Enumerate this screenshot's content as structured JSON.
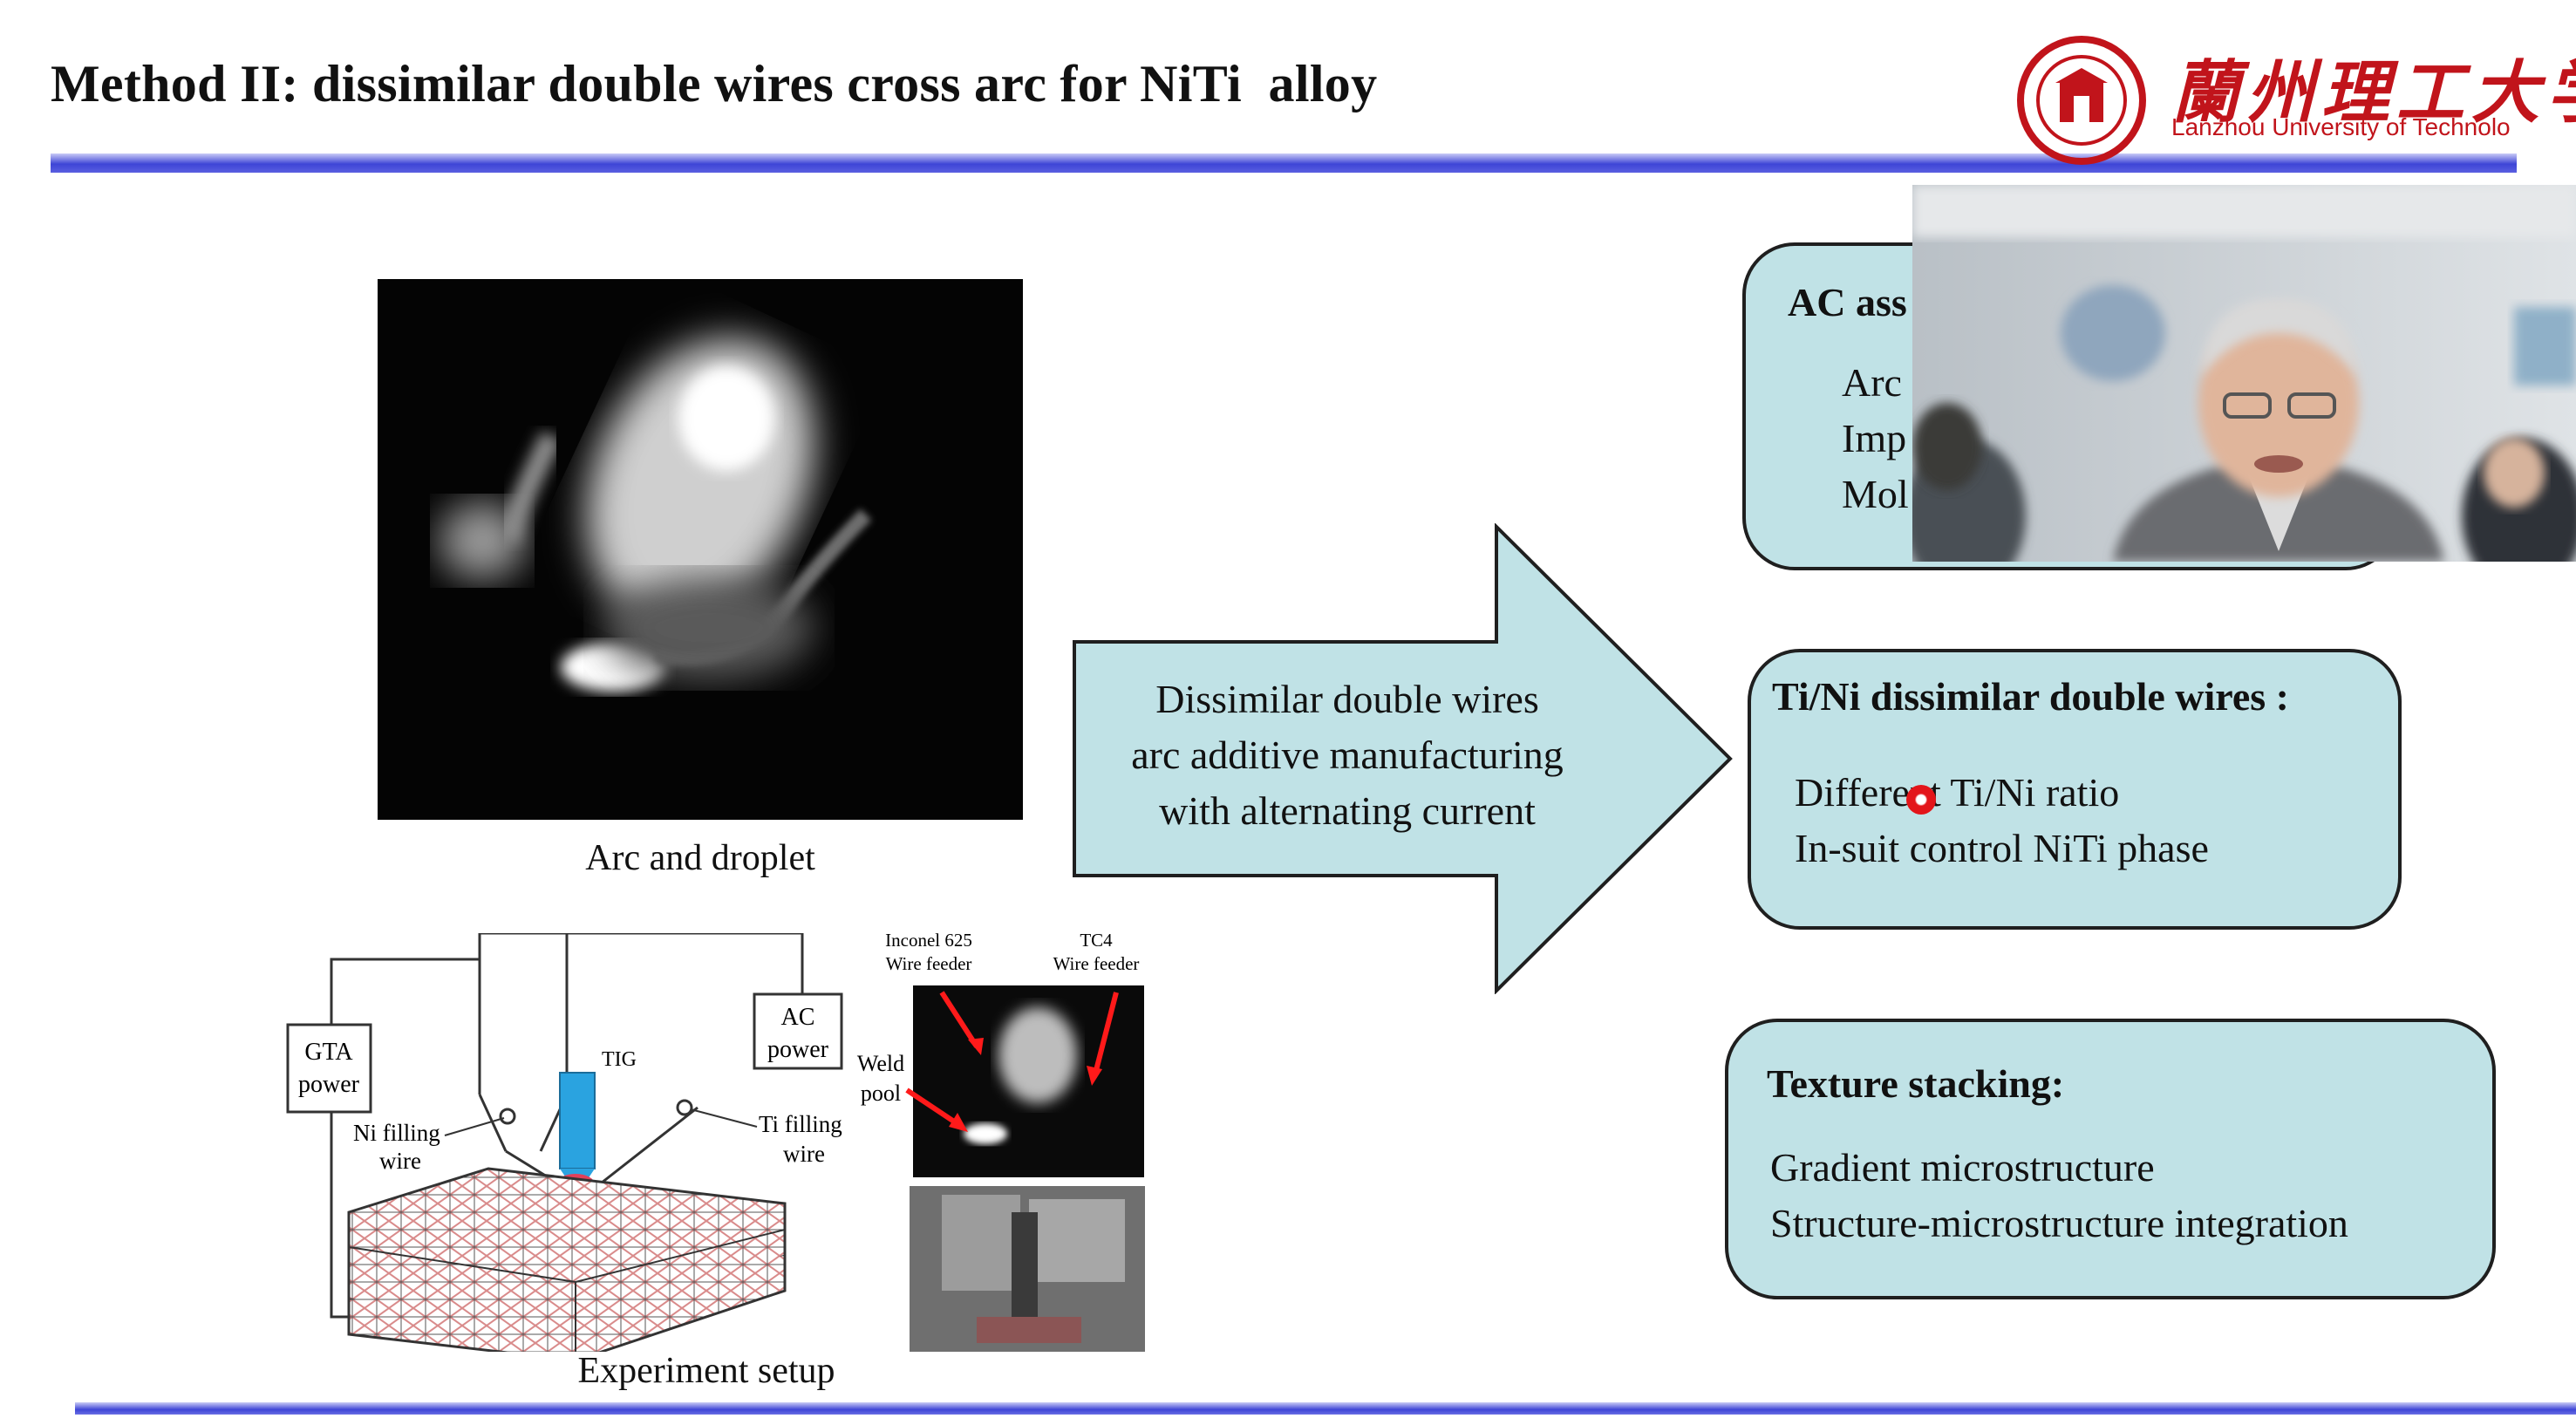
{
  "slide": {
    "title": "Method II: dissimilar double wires cross arc for NiTi  alloy",
    "logo": {
      "chinese_name": "蘭州理工大学",
      "english_name": "Lanzhou University of Technolo"
    },
    "arc_image": {
      "caption": "Arc and droplet"
    },
    "setup": {
      "caption": "Experiment setup",
      "labels": {
        "gta_power_1": "GTA",
        "gta_power_2": "power",
        "ac_power_1": "AC",
        "ac_power_2": "power",
        "tig": "TIG",
        "ni_wire_1": "Ni filling",
        "ni_wire_2": "wire",
        "ti_wire_1": "Ti filling",
        "ti_wire_2": "wire",
        "inconel_1": "Inconel 625",
        "inconel_2": "Wire feeder",
        "tc4_1": "TC4",
        "tc4_2": "Wire feeder",
        "weld_1": "Weld",
        "weld_2": "pool"
      }
    },
    "arrow": {
      "line1": "Dissimilar double wires",
      "line2": "arc additive manufacturing",
      "line3": "with alternating current"
    },
    "boxes": {
      "ac": {
        "heading": "AC ass",
        "lines": [
          "Arc",
          "Imp",
          "Mol"
        ]
      },
      "tini": {
        "heading": "Ti/Ni dissimilar double wires :",
        "lines": [
          "Different Ti/Ni ratio",
          "In-suit control NiTi phase"
        ]
      },
      "texture": {
        "heading": "Texture stacking:",
        "lines": [
          "Gradient microstructure",
          "Structure-microstructure integration"
        ]
      }
    }
  },
  "colors": {
    "box_fill": "#c0e2e6",
    "rule_blue": "#3e45d6",
    "logo_red": "#c1141b",
    "pointer_red": "#e3151a"
  }
}
